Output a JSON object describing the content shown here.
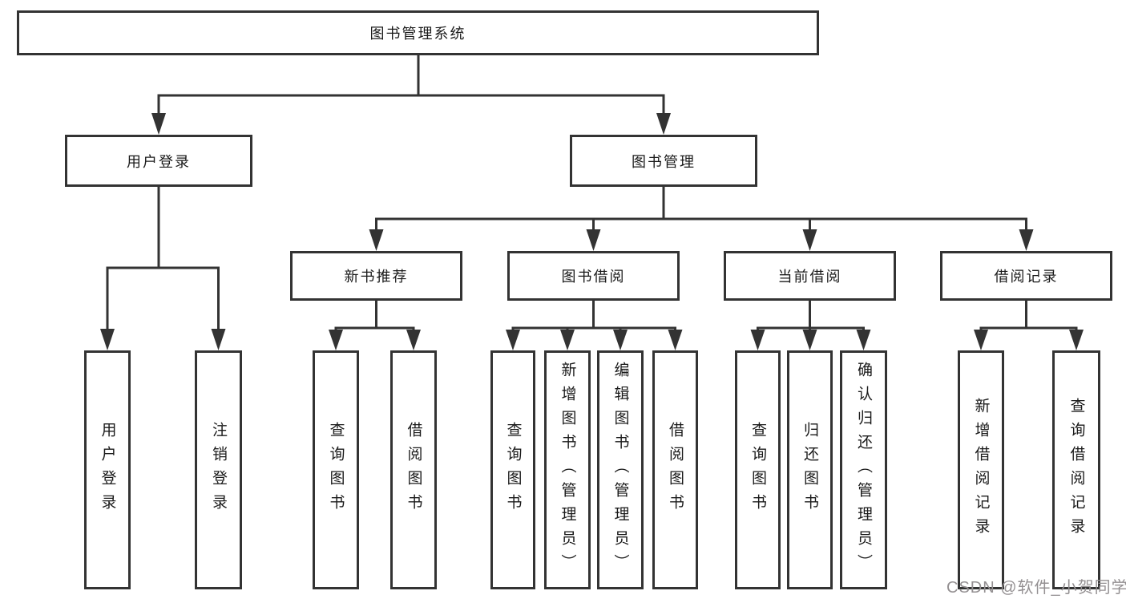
{
  "diagram": {
    "root": {
      "label": "图书管理系统"
    },
    "level2": [
      {
        "label": "用户登录"
      },
      {
        "label": "图书管理"
      }
    ],
    "level3": [
      {
        "label": "新书推荐"
      },
      {
        "label": "图书借阅"
      },
      {
        "label": "当前借阅"
      },
      {
        "label": "借阅记录"
      }
    ],
    "leaves": {
      "user_login": [
        "用户登录",
        "注销登录"
      ],
      "new_books": [
        "查询图书",
        "借阅图书"
      ],
      "book_borrow": [
        "查询图书",
        "新增图书（管理员）",
        "编辑图书（管理员）",
        "借阅图书"
      ],
      "current_borrow": [
        "查询图书",
        "归还图书",
        "确认归还（管理员）"
      ],
      "borrow_records": [
        "新增借阅记录",
        "查询借阅记录"
      ]
    }
  },
  "watermark": {
    "text": "CSDN @软件_小贺同学",
    "color": "#949092"
  },
  "colors": {
    "line": "#333333",
    "box_border": "#333333",
    "text": "#1a1a1a",
    "background": "#ffffff"
  }
}
